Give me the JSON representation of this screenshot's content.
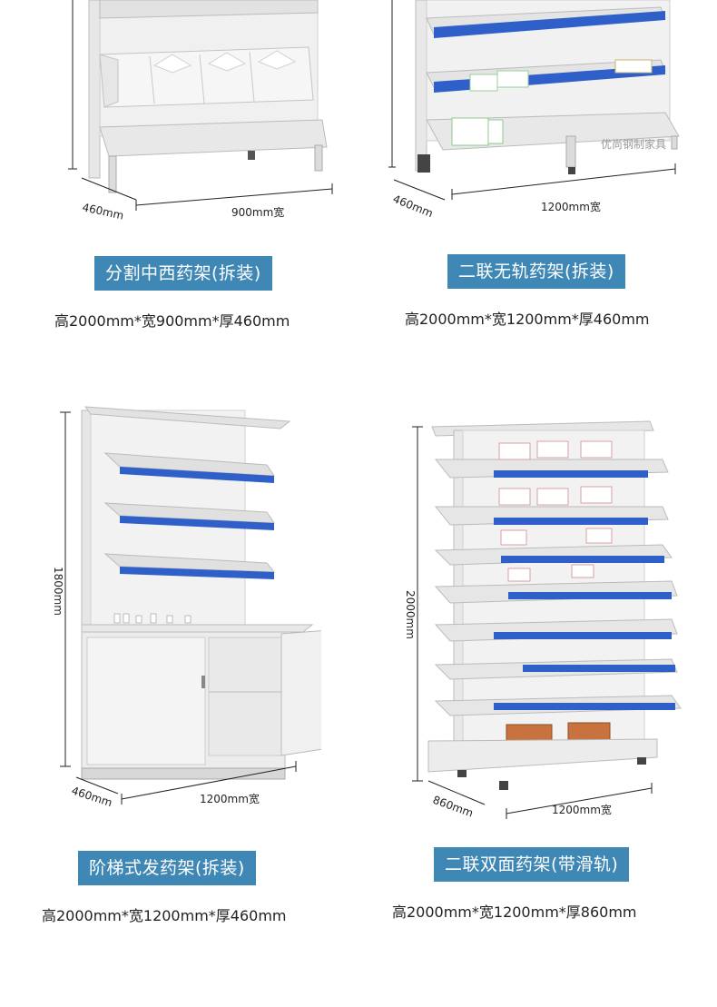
{
  "colors": {
    "badge": "#3f87b5",
    "shelf_blue": "#2f5fc9",
    "rack_white": "#eeeeee"
  },
  "watermark": "优尚钢制家具",
  "products": [
    {
      "name": "分割中西药架(拆装)",
      "spec": "高2000mm*宽900mm*厚460mm",
      "dims": {
        "depth": "460mm",
        "width": "900mm宽"
      }
    },
    {
      "name": "二联无轨药架(拆装)",
      "spec": "高2000mm*宽1200mm*厚460mm",
      "dims": {
        "depth": "460mm",
        "width": "1200mm宽"
      }
    },
    {
      "name": "阶梯式发药架(拆装)",
      "spec": "高2000mm*宽1200mm*厚460mm",
      "dims": {
        "height": "1800mm",
        "depth": "460mm",
        "width": "1200mm宽"
      }
    },
    {
      "name": "二联双面药架(带滑轨)",
      "spec": "高2000mm*宽1200mm*厚860mm",
      "dims": {
        "height": "2000mm",
        "depth": "860mm",
        "width": "1200mm宽"
      }
    }
  ]
}
